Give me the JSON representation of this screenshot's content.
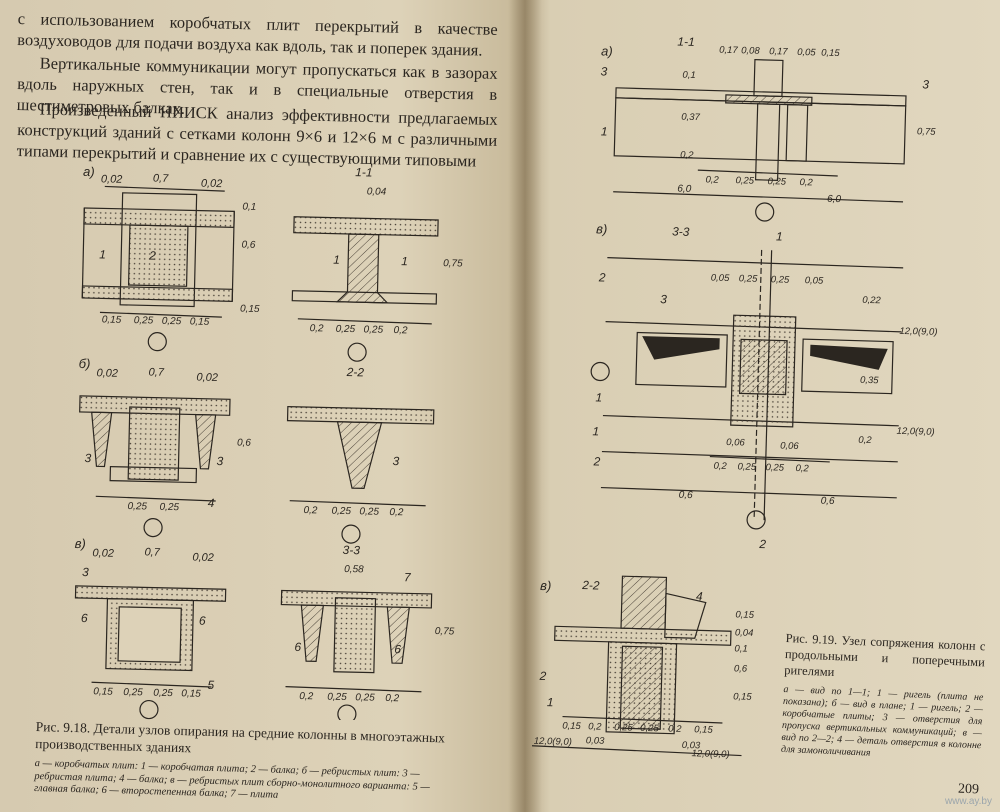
{
  "left_page": {
    "paragraph1": "с использованием коробчатых плит перекрытий в качестве воздуховодов для подачи воздуха как вдоль, так и поперек здания.",
    "paragraph2": "Вертикальные коммуникации могут пропускаться как в зазорах вдоль наружных стен, так и в специальные отверстия в шестиметровых балках.",
    "paragraph3": "Произведенный НИИСК анализ эффективности предлагаемых конструкций зданий с сетками колонн 9×6 и 12×6 м с различными типами перекрытий и сравнение их с существующими типовыми",
    "fig": {
      "label_a": "а)",
      "label_b": "б)",
      "label_v": "в)",
      "section_1": "1-1",
      "section_2": "2-2",
      "section_3": "3-3",
      "dim_002": "0,02",
      "dim_07": "0,7",
      "dim_01": "0,1",
      "dim_06": "0,6",
      "dim_015": "0,15",
      "dim_025": "0,25",
      "dim_02": "0,2",
      "dim_004": "0,04",
      "dim_075": "0,75",
      "dim_058": "0,58",
      "num1": "1",
      "num2": "2",
      "num3": "3",
      "num4": "4",
      "num5": "5",
      "num6": "6",
      "num7": "7"
    },
    "caption_title": "Рис. 9.18. Детали узлов опирания на средние колонны в многоэтажных производственных зданиях",
    "caption_legend": "а — коробчатых плит: 1 — коробчатая плита; 2 — балка; б — ребристых плит: 3 — ребристая плита; 4 — балка; в — ребристых плит сборно-монолитного варианта: 5 — главная балка; 6 — второстепенная балка; 7 — плита"
  },
  "right_page": {
    "fig": {
      "label_a": "а)",
      "label_b": "в)",
      "label_v": "в)",
      "section_1": "1-1",
      "section_2": "2-2",
      "section_3": "3-3",
      "mark_3": "3",
      "mark_1": "1",
      "mark_2": "2",
      "dim_017": "0,17",
      "dim_008": "0,08",
      "dim_005": "0,05",
      "dim_015": "0,15",
      "dim_01": "0,1",
      "dim_037": "0,37",
      "dim_02": "0,2",
      "dim_025": "0,25",
      "dim_075": "0,75",
      "dim_60": "6,0",
      "dim_006": "0,06",
      "dim_022": "0,22",
      "dim_035": "0,35",
      "dim_06": "0,6",
      "dim_004": "0,04",
      "dim_003": "0,03",
      "dim_12": "12,0(9,0)",
      "num1": "1",
      "num2": "2",
      "num3": "3",
      "num4": "4"
    },
    "caption_title": "Рис. 9.19. Узел сопряжения колонн с продольными и поперечными ригелями",
    "caption_legend": "а — вид по 1—1; 1 — ригель (плита не показана); б — вид в плане; 1 — ригель; 2 — коробчатые плиты; 3 — отверстия для пропуска вертикальных коммуникаций; в — вид по 2—2; 4 — деталь отверстия в колонне для замоноличивания",
    "page_number": "209"
  },
  "watermark": "www.ay.by",
  "colors": {
    "paper": "#ddd2b8",
    "ink": "#2b2620",
    "hatch": "#4a4238"
  }
}
